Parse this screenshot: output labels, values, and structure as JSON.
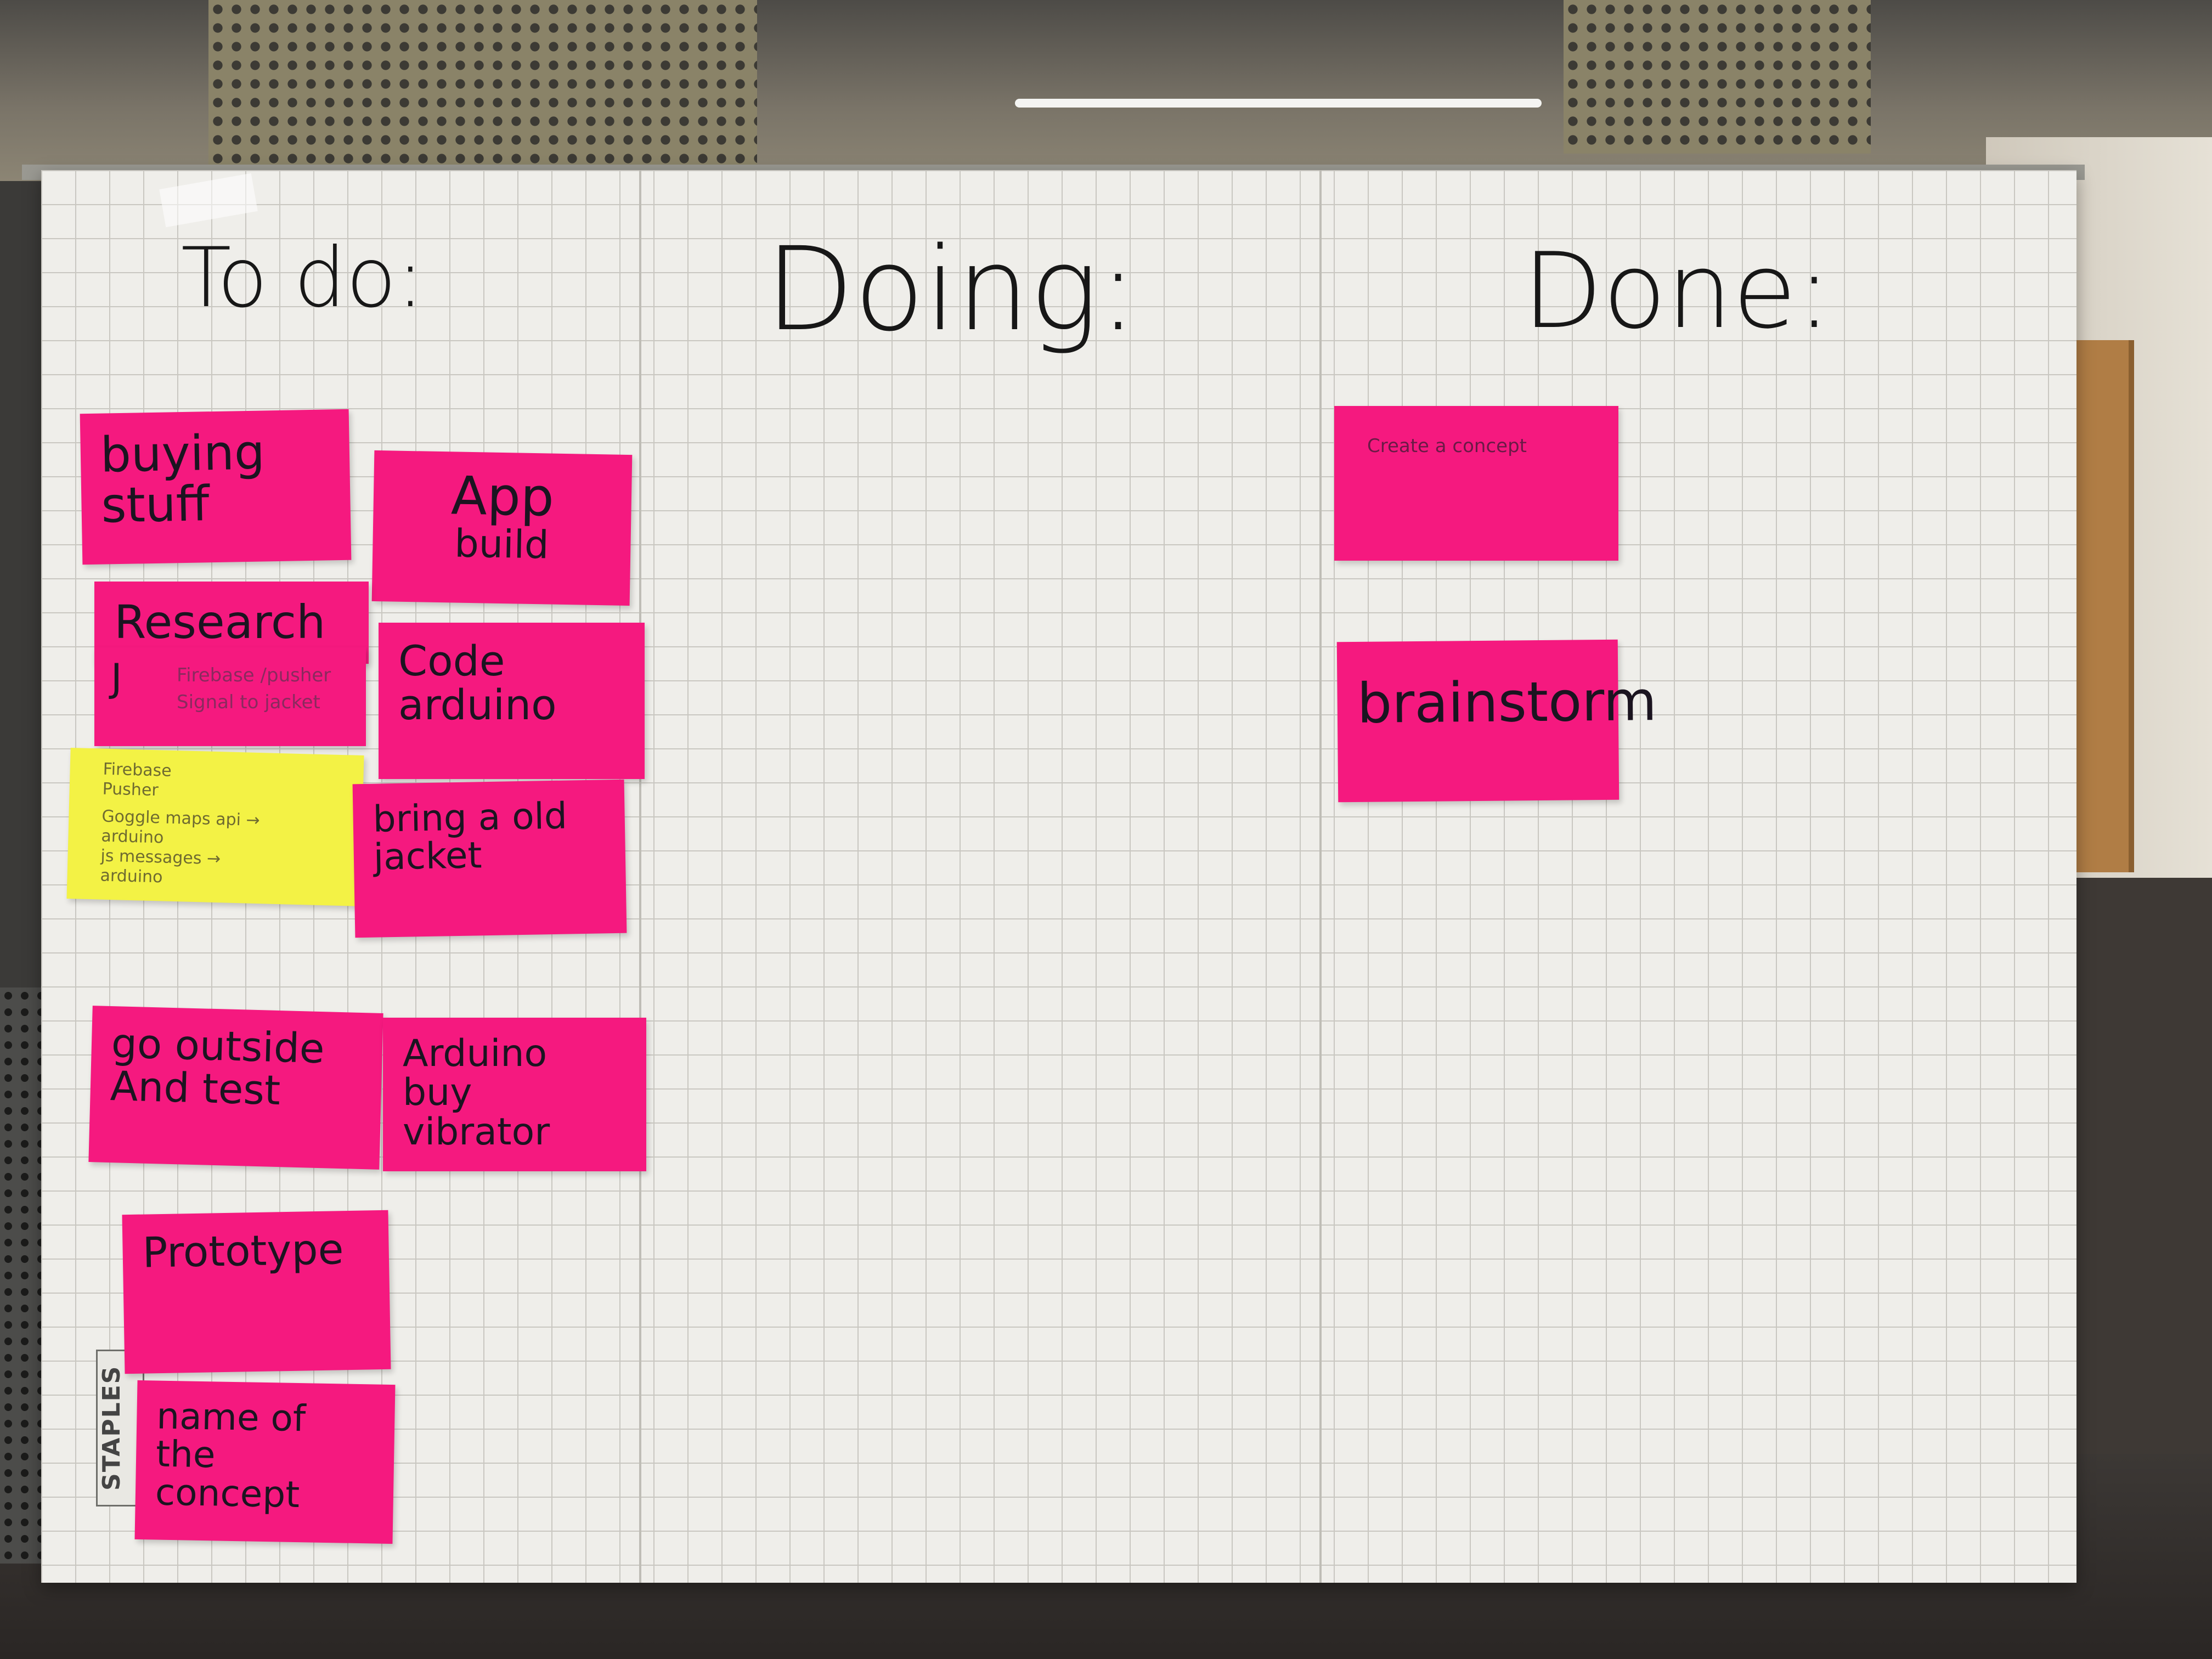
{
  "board": {
    "headers": {
      "todo": "To do:",
      "doing": "Doing:",
      "done": "Done:"
    },
    "brand": "STAPLES",
    "todo_notes": {
      "buying": [
        "buying",
        "stuff"
      ],
      "app": [
        "App",
        "build"
      ],
      "research": [
        "Research"
      ],
      "firebase": [
        "J",
        "Firebase /pusher",
        "Signal to jacket"
      ],
      "code_arduino": [
        "Code arduino"
      ],
      "research_list": [
        "Firebase",
        "Pusher",
        "Goggle maps api →",
        "arduino",
        "js messages →",
        "arduino"
      ],
      "bring_jacket": [
        "bring  a old",
        "jacket"
      ],
      "go_outside": [
        "go  outside",
        "And test"
      ],
      "arduino_buy": [
        "Arduino buy",
        "vibrator"
      ],
      "prototype": [
        "Prototype"
      ],
      "name_concept": [
        "name of the",
        "concept"
      ]
    },
    "done_notes": {
      "create_concept": [
        "Create a concept"
      ],
      "brainstorm": [
        "brainstorm"
      ]
    },
    "colors": {
      "pink_note": "#f5197f",
      "yellow_note": "#f3f245",
      "paper": "#efeeea"
    }
  }
}
